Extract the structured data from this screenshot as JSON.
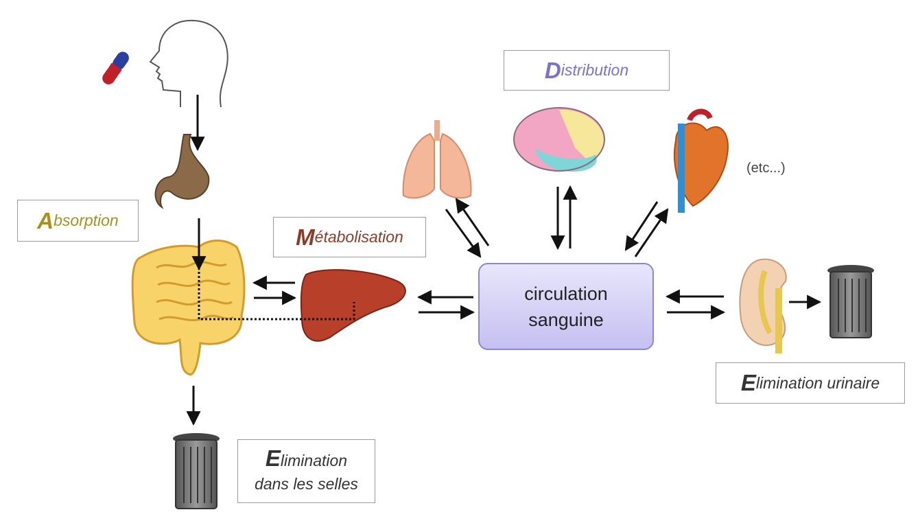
{
  "labels": {
    "absorption": {
      "initial": "A",
      "rest": "bsorption"
    },
    "metabolisation": {
      "initial": "M",
      "rest": "étabolisation"
    },
    "distribution": {
      "initial": "D",
      "rest": "istribution"
    },
    "elimination_urinaire": {
      "initial": "E",
      "rest": "limination urinaire"
    },
    "elimination_selles": {
      "initial": "E",
      "rest_line1": "limination",
      "line2": "dans les selles"
    }
  },
  "circulation": {
    "line1": "circulation",
    "line2": "sanguine"
  },
  "etc": "(etc...)",
  "colors": {
    "absorption": "#a8901a",
    "metabolisation": "#8f3a26",
    "distribution": "#7a72cc",
    "elimination": "#333333",
    "circulation_fill": "#c9c5f3",
    "circulation_border": "#8b86d6"
  },
  "icons": [
    "pill-icon",
    "head-outline-icon",
    "stomach-icon",
    "intestine-icon",
    "liver-icon",
    "lungs-icon",
    "brain-icon",
    "heart-icon",
    "kidney-icon",
    "trash-can-icon"
  ]
}
